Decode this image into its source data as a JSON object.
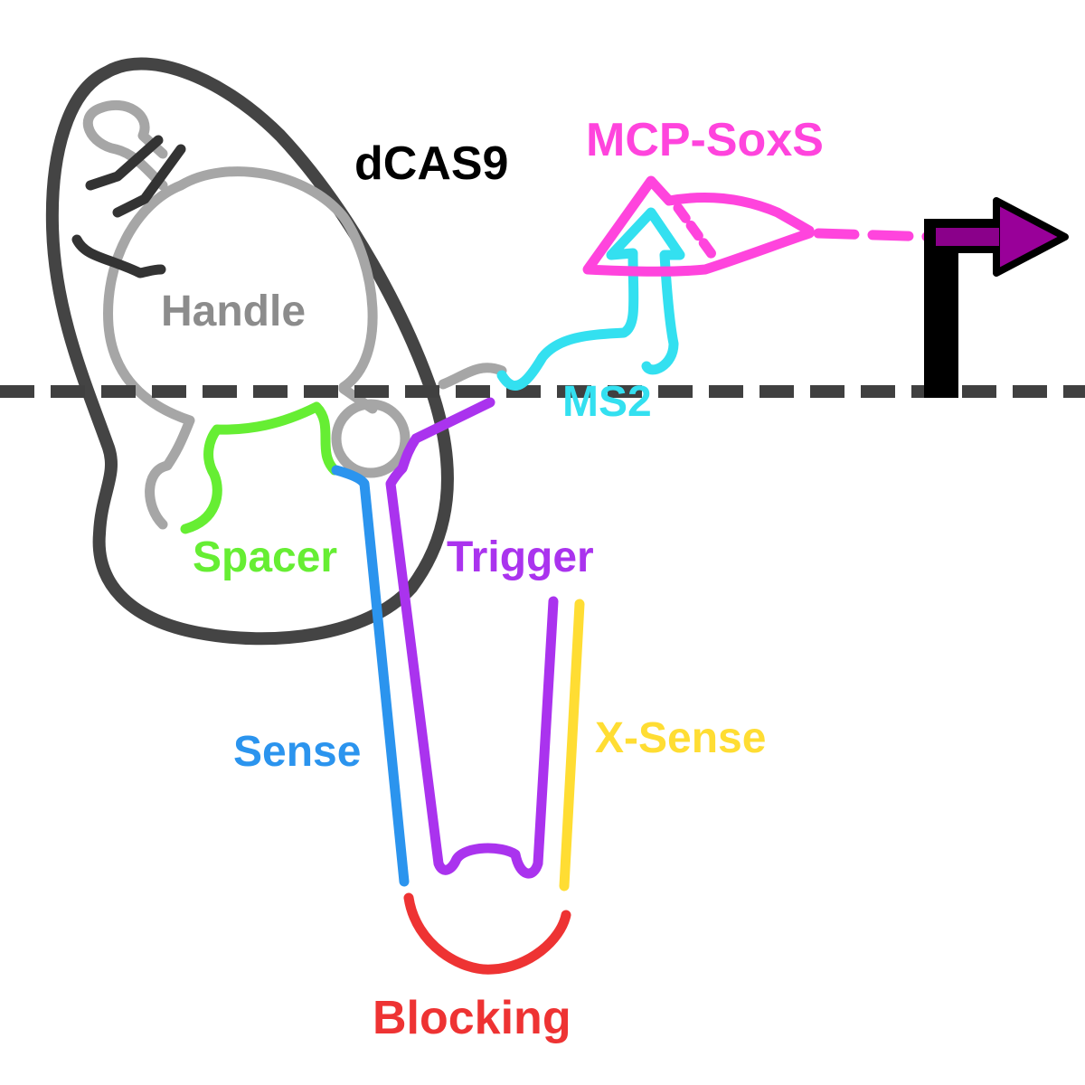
{
  "labels": {
    "dcas9": "dCAS9",
    "handle": "Handle",
    "mcp_soxs": "MCP-SoxS",
    "ms2": "MS2",
    "spacer": "Spacer",
    "trigger": "Trigger",
    "sense": "Sense",
    "x_sense": "X-Sense",
    "blocking": "Blocking"
  },
  "colors": {
    "dcas9": "#444444",
    "hairpins": "#333333",
    "handle": "#a6a6a6",
    "handle_text": "#8c8c8c",
    "membrane_line": "#404040",
    "spacer": "#66ee33",
    "sense": "#2b94ee",
    "trigger": "#aa33ee",
    "x_sense": "#ffdd33",
    "blocking": "#ee3333",
    "ms2": "#33e0f0",
    "mcp_soxs": "#ff44dd",
    "promoter": "#000000",
    "promoter_arrow": "#990099"
  }
}
